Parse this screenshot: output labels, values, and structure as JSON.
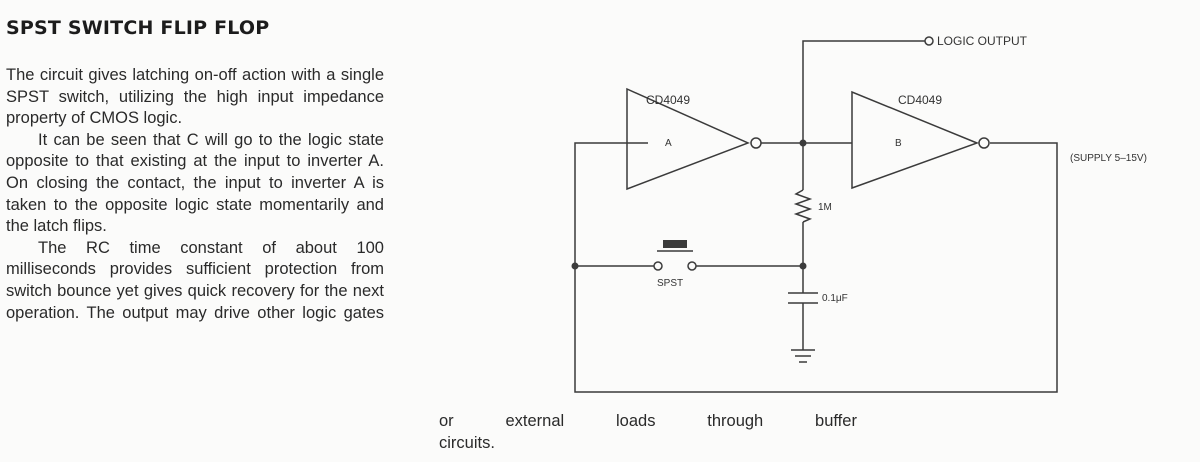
{
  "title": "SPST SWITCH FLIP FLOP",
  "paragraphs": [
    "The circuit gives latching on-off action with a single SPST switch, utilizing the high input impedance property of CMOS logic.",
    "It can be seen that C will go to the logic state opposite to that existing at the input to inverter A. On closing the contact, the input to inverter A is taken to the opposite logic state momentarily and the latch flips.",
    "The RC time constant of about 100 milliseconds provides sufficient protection from switch bounce yet gives quick recovery for the next operation. The output may drive other logic gates"
  ],
  "continuation": {
    "line1_words": [
      "or",
      "external",
      "loads",
      "through",
      "buffer"
    ],
    "line2": "circuits."
  },
  "schematic": {
    "output_label": "LOGIC OUTPUT",
    "inverter_a": {
      "part": "CD4049",
      "letter": "A"
    },
    "inverter_b": {
      "part": "CD4049",
      "letter": "B"
    },
    "supply_label": "(SUPPLY 5–15V)",
    "resistor_label": "1M",
    "capacitor_label": "0.1μF",
    "switch_label": "SPST"
  }
}
